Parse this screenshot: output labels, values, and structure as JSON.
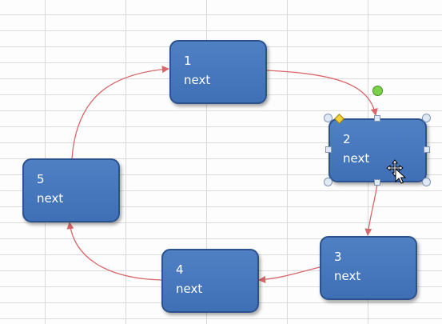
{
  "nodes": [
    {
      "num": "1",
      "label": "next"
    },
    {
      "num": "2",
      "label": "next"
    },
    {
      "num": "3",
      "label": "next"
    },
    {
      "num": "4",
      "label": "next"
    },
    {
      "num": "5",
      "label": "next"
    }
  ],
  "selected_node": "2",
  "colors": {
    "node_fill": "#4472c4",
    "node_border": "#2b528c",
    "connector": "#d9676a",
    "grid": "#d9d9d9"
  },
  "icons": [
    "move-cursor-icon"
  ]
}
